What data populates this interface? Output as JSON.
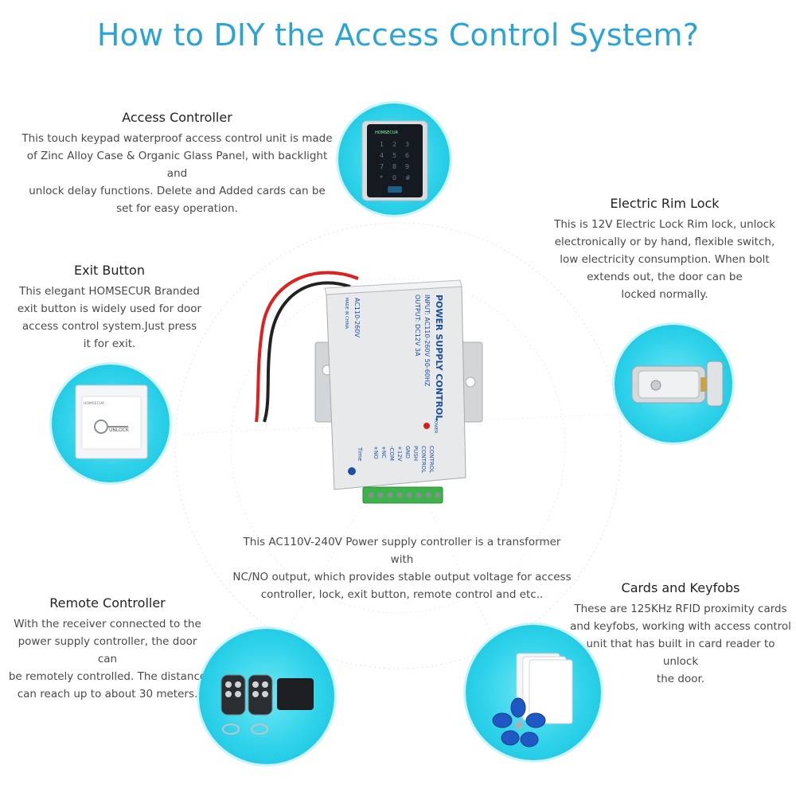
{
  "title": "How to DIY the Access Control System?",
  "colors": {
    "title": "#2aa3d6",
    "bubble": "#2fd2ea",
    "text": "#4a4a4a"
  },
  "sections": {
    "access_controller": {
      "heading": "Access Controller",
      "lines": [
        "This touch keypad waterproof access control unit is made",
        "of Zinc Alloy  Case & Organic Glass Panel, with backlight and",
        "unlock delay functions. Delete and Added cards can be",
        "set for easy operation."
      ]
    },
    "electric_rim_lock": {
      "heading": "Electric Rim Lock",
      "lines": [
        "This is 12V Electric Lock Rim lock, unlock",
        "electronically or by hand, flexible switch,",
        "low electricity consumption. When bolt",
        "extends out, the door can be",
        "locked normally."
      ]
    },
    "exit_button": {
      "heading": "Exit Button",
      "lines": [
        "This elegant HOMSECUR Branded",
        "exit button is widely used for door",
        "access control system.Just press",
        "it for exit."
      ]
    },
    "power_supply": {
      "lines": [
        "This AC110V-240V Power supply controller is a transformer with",
        "NC/NO output, which provides stable output voltage for access",
        "controller, lock, exit button, remote control and etc.."
      ]
    },
    "remote_controller": {
      "heading": "Remote Controller",
      "lines": [
        "With the receiver connected to the",
        "power supply controller, the door can",
        "be remotely controlled. The distance",
        "can reach up to about 30 meters."
      ]
    },
    "cards_keyfobs": {
      "heading": "Cards and Keyfobs",
      "lines": [
        "These are 125KHz RFID proximity cards",
        "and keyfobs, working with access control",
        "unit that has built in card reader to unlock",
        "the door."
      ]
    }
  },
  "device": {
    "label_main": "POWER SUPPLY CONTROL",
    "label_input": "INPUT: AC110-260V 50-60HZ",
    "label_output": "OUTPUT: DC12V  3A",
    "label_ac": "AC110-260V",
    "label_made": "MADE IN CHINA",
    "label_power": "POWER",
    "terminals": [
      "CONTROL",
      "CONTROL",
      "PUSH",
      "GND",
      "+12V",
      "-COM",
      "+NC",
      "+NO"
    ],
    "label_time": "Time"
  },
  "exit_button_label": "UNLOCK",
  "exit_button_brand": "HOMSECUR",
  "keypad_brand": "HOMSECUR",
  "keypad_keys": [
    "1",
    "2",
    "3",
    "4",
    "5",
    "6",
    "7",
    "8",
    "9",
    "*",
    "0",
    "#"
  ]
}
